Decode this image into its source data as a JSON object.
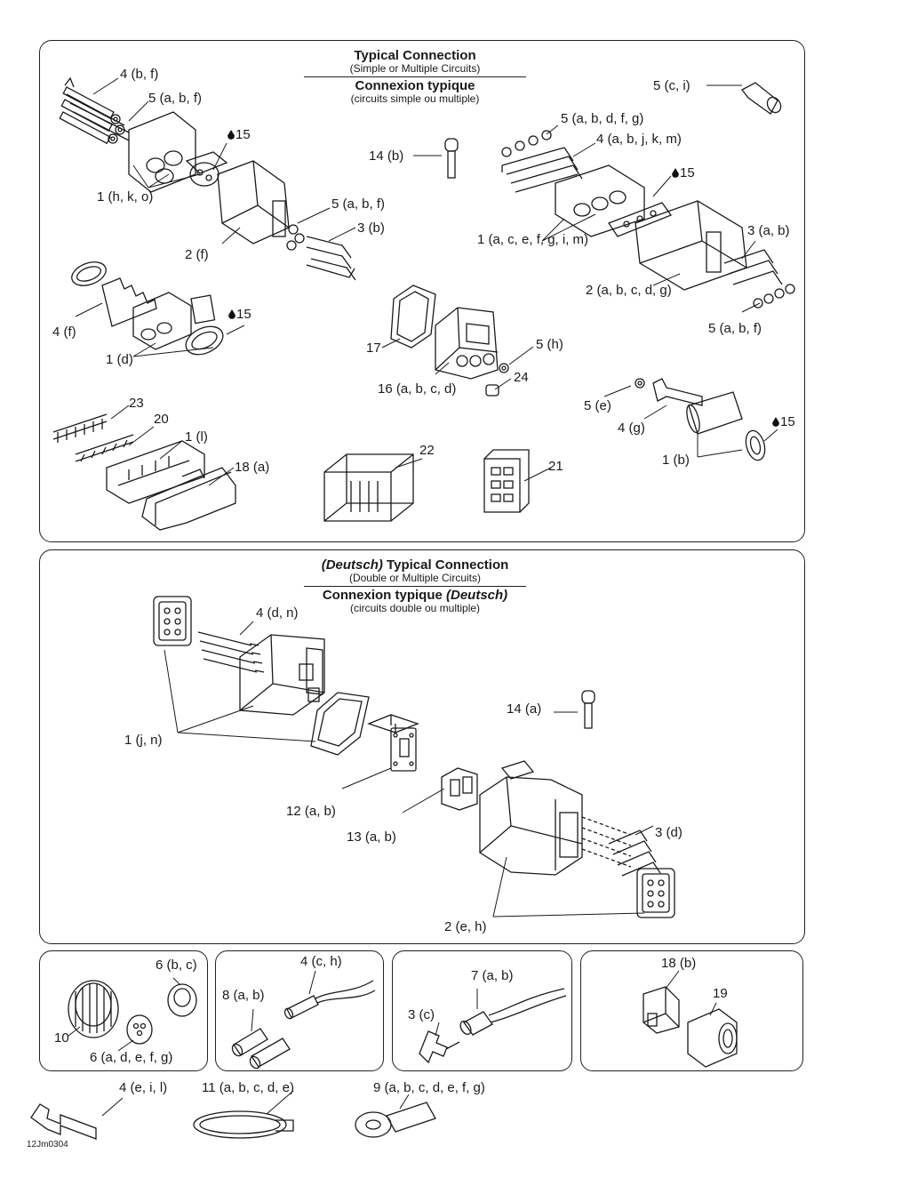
{
  "panel_top": {
    "title_en": "Typical Connection",
    "subtitle_en": "(Simple or Multiple Circuits)",
    "title_fr": "Connexion typique",
    "subtitle_fr": "(circuits simple ou multiple)",
    "labels": {
      "l4bf": "4 (b, f)",
      "l5abf_a": "5 (a, b, f)",
      "l15_a": "15",
      "l1hko": "1 (h, k, o)",
      "l5abf_b": "5 (a, b, f)",
      "l3b": "3 (b)",
      "l2f": "2 (f)",
      "l4f": "4 (f)",
      "l15_b": "15",
      "l1d": "1 (d)",
      "l23": "23",
      "l20": "20",
      "l1l": "1 (l)",
      "l18a": "18 (a)",
      "l14b": "14 (b)",
      "l17": "17",
      "l5h": "5 (h)",
      "l24": "24",
      "l16": "16 (a, b, c, d)",
      "l22": "22",
      "l21": "21",
      "l5ci": "5 (c, i)",
      "l5abdfg": "5 (a, b, d, f, g)",
      "l4abjkm": "4 (a, b, j, k, m)",
      "l15_c": "15",
      "l1acefgim": "1 (a, c, e, f, g, i, m)",
      "l3ab": "3 (a, b)",
      "l2abcdg": "2 (a, b, c, d, g)",
      "l5abf_c": "5 (a, b, f)",
      "l5e": "5 (e)",
      "l4g": "4 (g)",
      "l15_d": "15",
      "l1b": "1 (b)"
    }
  },
  "panel_deutsch": {
    "title_brand": "(Deutsch)",
    "title_en": "Typical Connection",
    "subtitle_en": "(Double or Multiple Circuits)",
    "title_fr": "Connexion typique",
    "title_fr_brand": "(Deutsch)",
    "subtitle_fr": "(circuits double ou multiple)",
    "labels": {
      "l4dn": "4 (d, n)",
      "l1jn": "1 (j, n)",
      "l14a": "14 (a)",
      "l12ab": "12 (a, b)",
      "l13ab": "13 (a, b)",
      "l3d": "3 (d)",
      "l2eh": "2 (e, h)"
    }
  },
  "panel_seals": {
    "l6bc": "6 (b, c)",
    "l10": "10",
    "l6adefg": "6 (a, d, e, f, g)"
  },
  "panel_sleeves": {
    "l4ch": "4 (c, h)",
    "l8ab": "8 (a, b)"
  },
  "panel_sensor": {
    "l7ab": "7 (a, b)",
    "l3c": "3 (c)"
  },
  "panel_boots": {
    "l18b": "18 (b)",
    "l19": "19"
  },
  "loose": {
    "l4eil": "4 (e, i, l)",
    "l11": "11 (a, b, c, d, e)",
    "l9": "9 (a, b, c, d, e, f, g)"
  },
  "figure_code": "12Jm0304"
}
